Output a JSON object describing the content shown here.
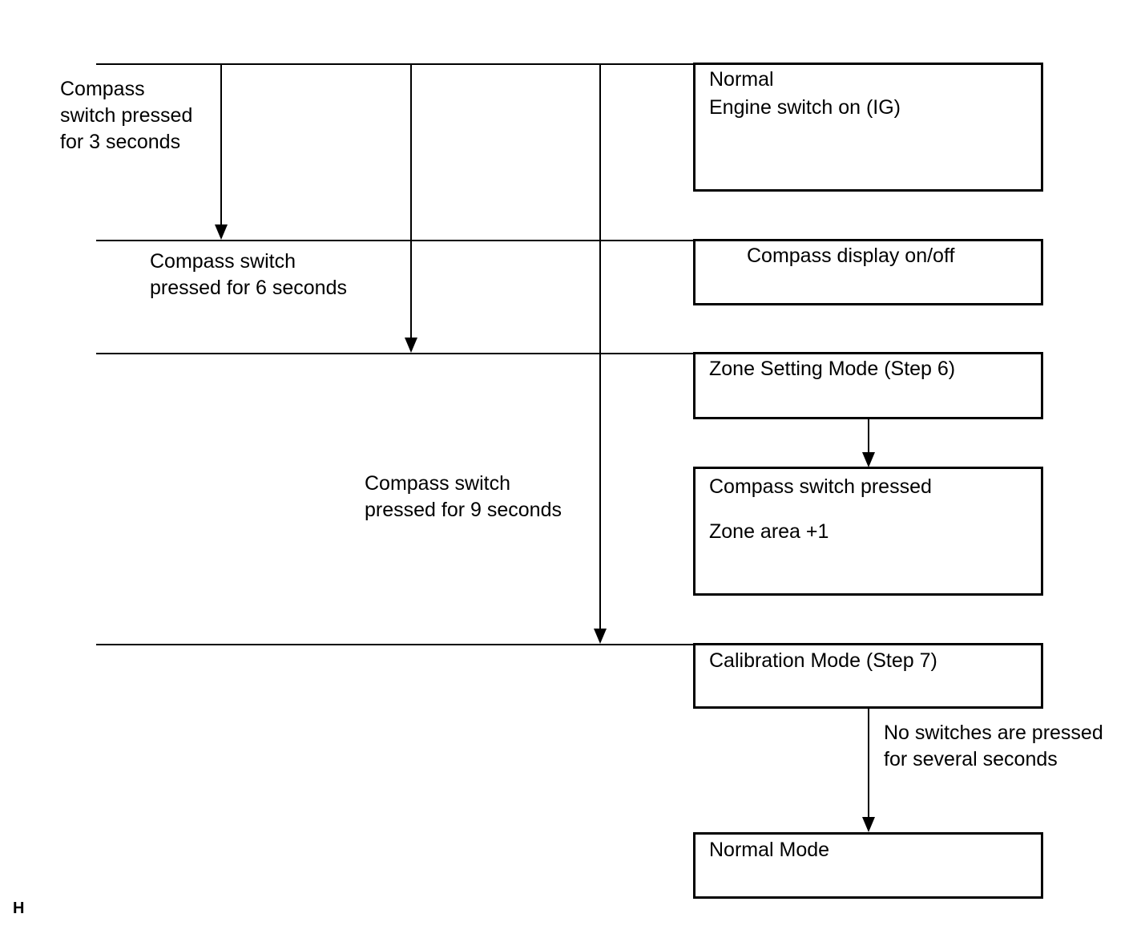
{
  "transitions": {
    "press_3s": "Compass\nswitch pressed\nfor 3 seconds",
    "press_6s": "Compass switch\npressed for 6 seconds",
    "press_9s": "Compass switch\npressed for 9 seconds",
    "no_switch": "No switches are pressed\nfor several seconds"
  },
  "boxes": {
    "normal": {
      "title": "Normal",
      "subtitle": "Engine switch on (IG)"
    },
    "compass_display": {
      "title": "Compass display on/off"
    },
    "zone_setting": {
      "title": "Zone Setting Mode (Step 6)"
    },
    "compass_pressed": {
      "title": "Compass switch pressed",
      "subtitle": "Zone area +1"
    },
    "calibration": {
      "title": "Calibration Mode (Step 7)"
    },
    "normal_mode": {
      "title": "Normal Mode"
    }
  },
  "corner_mark": "H",
  "colors": {
    "line": "#000000",
    "background": "#ffffff"
  }
}
